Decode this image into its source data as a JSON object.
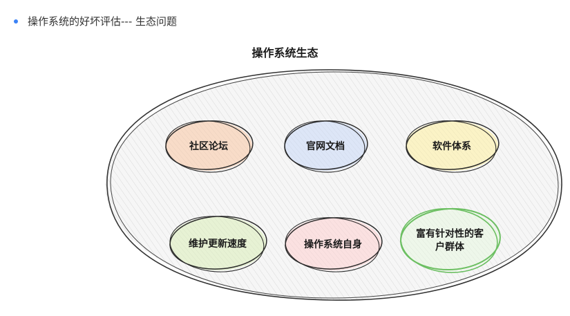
{
  "bullet": {
    "text": "操作系统的好坏评估--- 生态问题",
    "dot_color": "#3b82f6"
  },
  "diagram": {
    "title": "操作系统生态",
    "nodes": [
      {
        "id": "forum",
        "lines": [
          "社区论坛"
        ],
        "fill": "#f8dcc8"
      },
      {
        "id": "docs",
        "lines": [
          "官网文档"
        ],
        "fill": "#dde6f7"
      },
      {
        "id": "software",
        "lines": [
          "软件体系"
        ],
        "fill": "#fbf3c6"
      },
      {
        "id": "update",
        "lines": [
          "维护更新速度"
        ],
        "fill": "#e7f2d4"
      },
      {
        "id": "self",
        "lines": [
          "操作系统自身"
        ],
        "fill": "#fbe1e1"
      },
      {
        "id": "customers",
        "lines": [
          "富有针对性的客",
          "户群体"
        ],
        "fill": "#eef7ea",
        "stroke": "#6cbf62"
      }
    ]
  }
}
